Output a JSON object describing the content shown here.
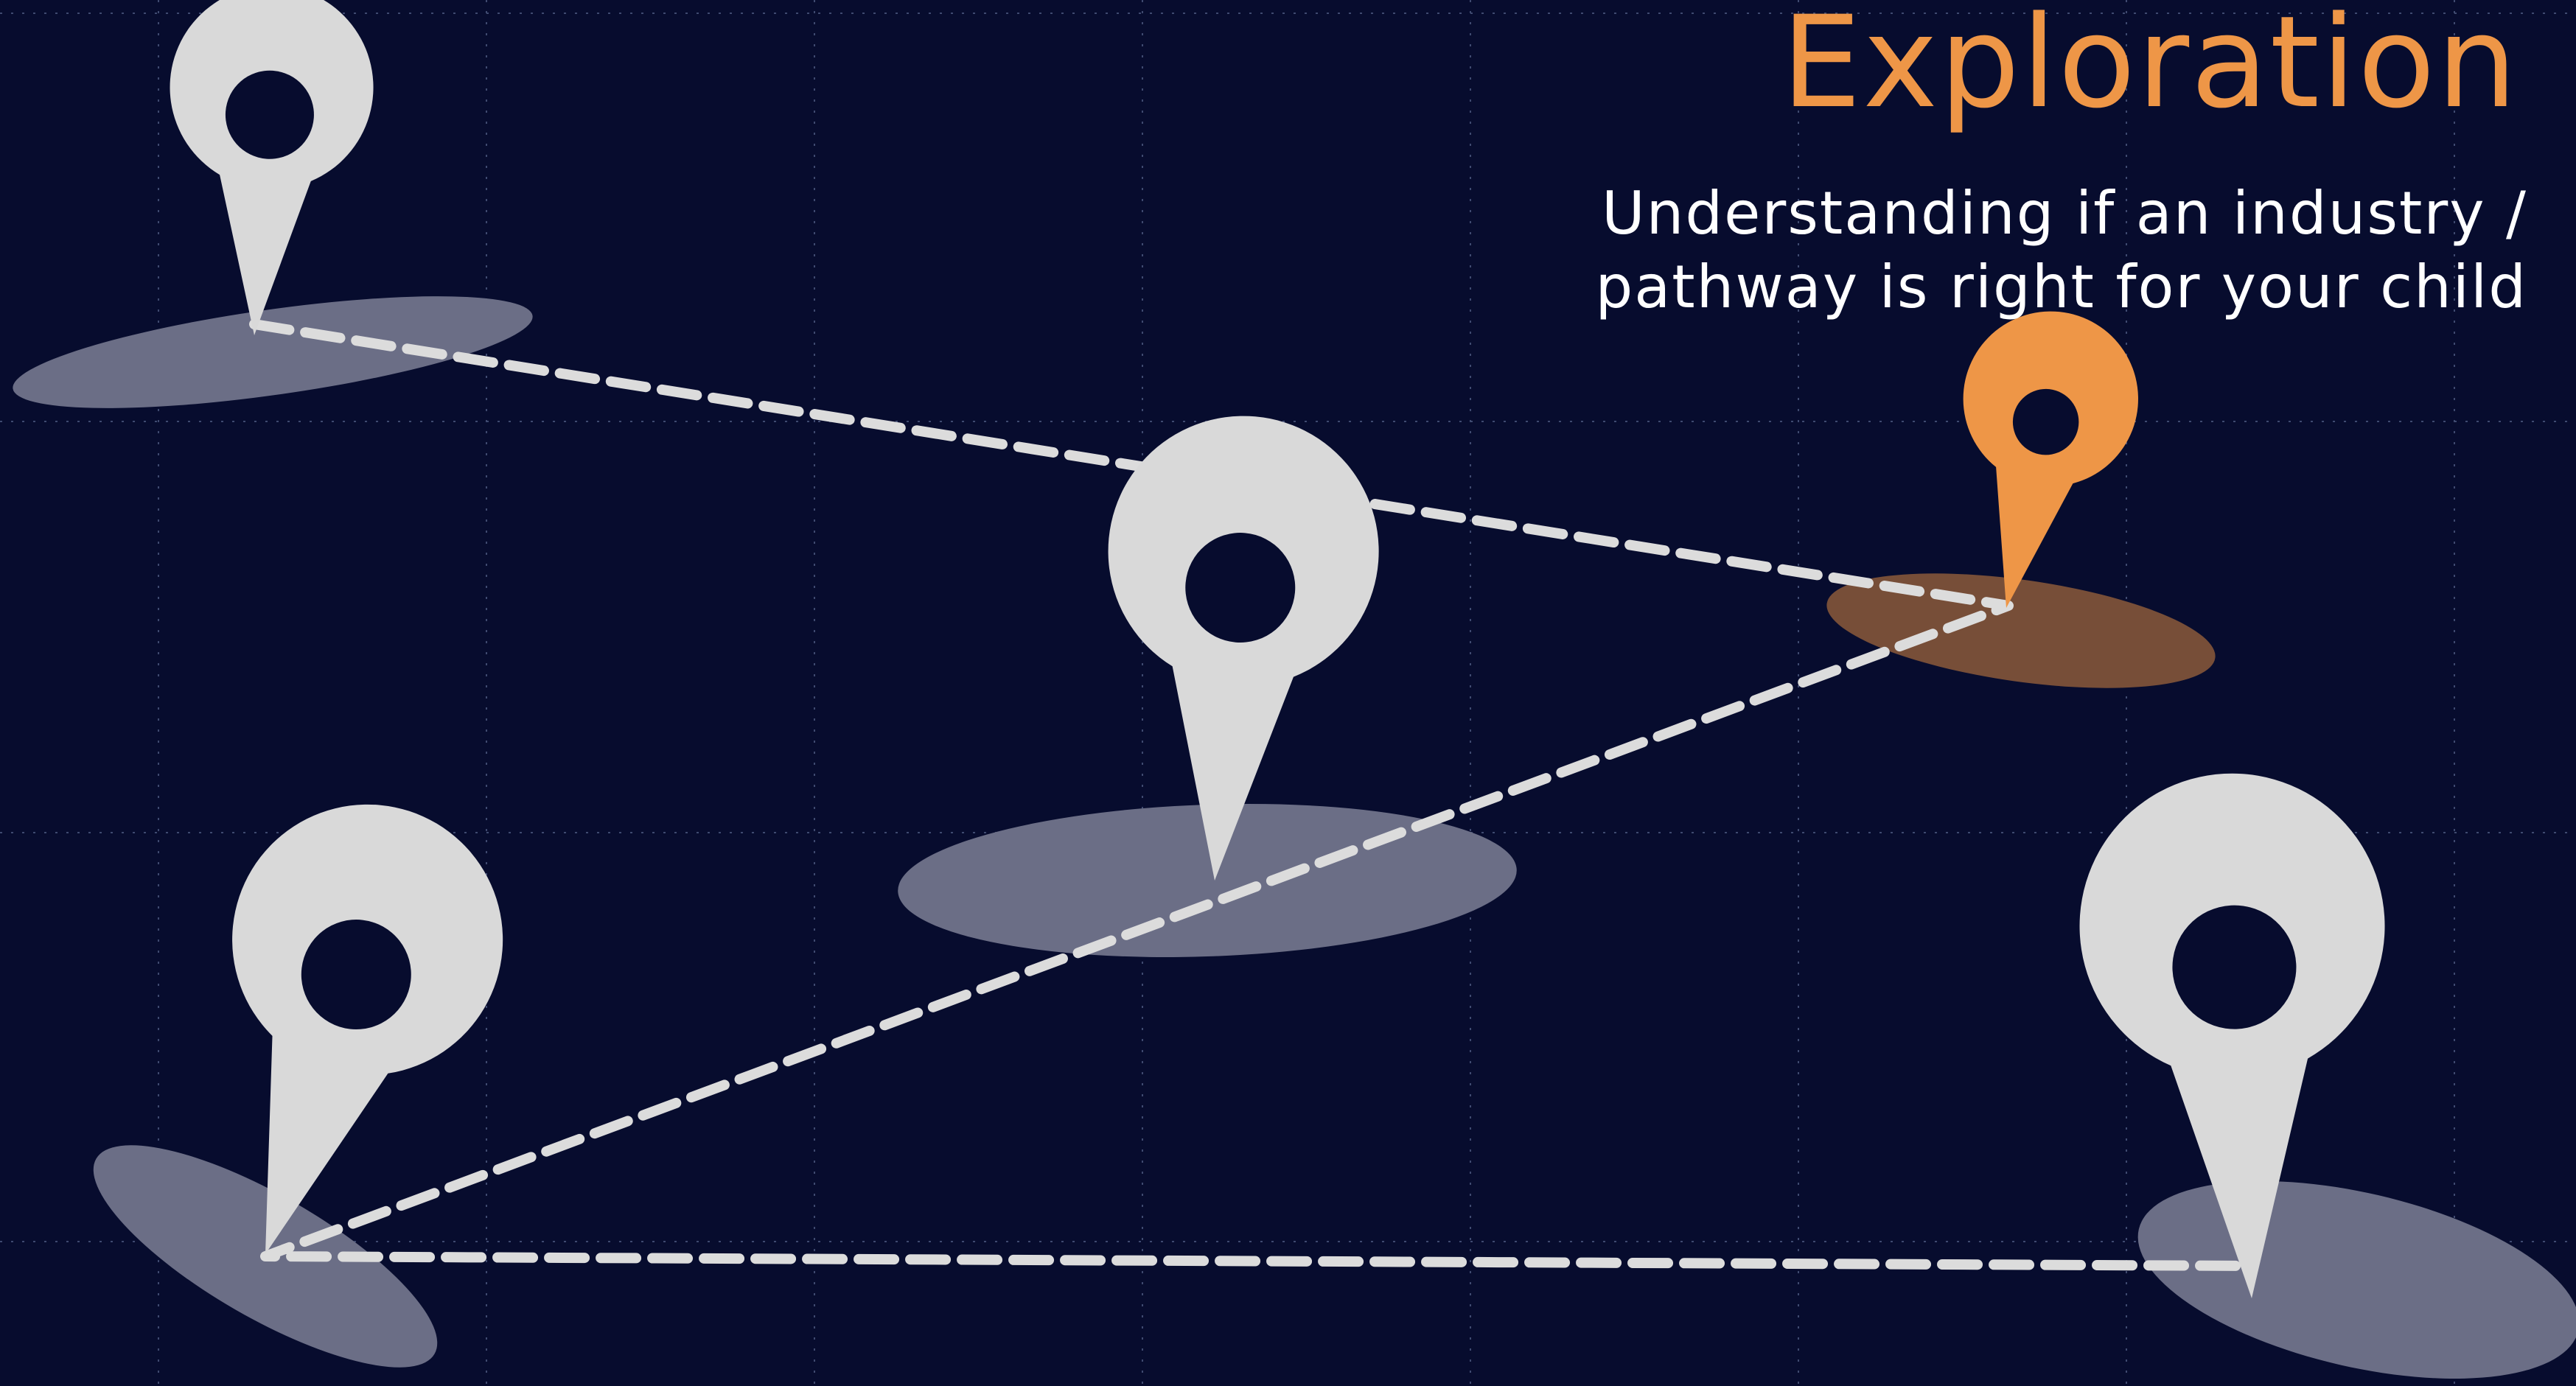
{
  "header": {
    "title": "Exploration",
    "subtitle": "Understanding if an industry / pathway is right for your child"
  },
  "colors": {
    "background": "#070c2e",
    "grid": "#3f4a70",
    "pin": "#d9d9d9",
    "pin_highlight": "#ee9647",
    "shadow": "#6b6e86",
    "shadow_highlight": "#774e38",
    "path": "#dcdcdc",
    "title": "#ee9647",
    "subtitle": "#ffffff"
  },
  "icons": {
    "pin": "map-pin-icon",
    "highlighted_pin": "map-pin-icon"
  },
  "locations": [
    {
      "id": "top-left",
      "highlighted": false
    },
    {
      "id": "center",
      "highlighted": false
    },
    {
      "id": "right-highlighted",
      "highlighted": true
    },
    {
      "id": "bottom-left",
      "highlighted": false
    },
    {
      "id": "bottom-right",
      "highlighted": false
    }
  ],
  "route": {
    "style": "dashed",
    "stops": [
      "top-left",
      "right-highlighted",
      "bottom-left",
      "bottom-right"
    ]
  }
}
